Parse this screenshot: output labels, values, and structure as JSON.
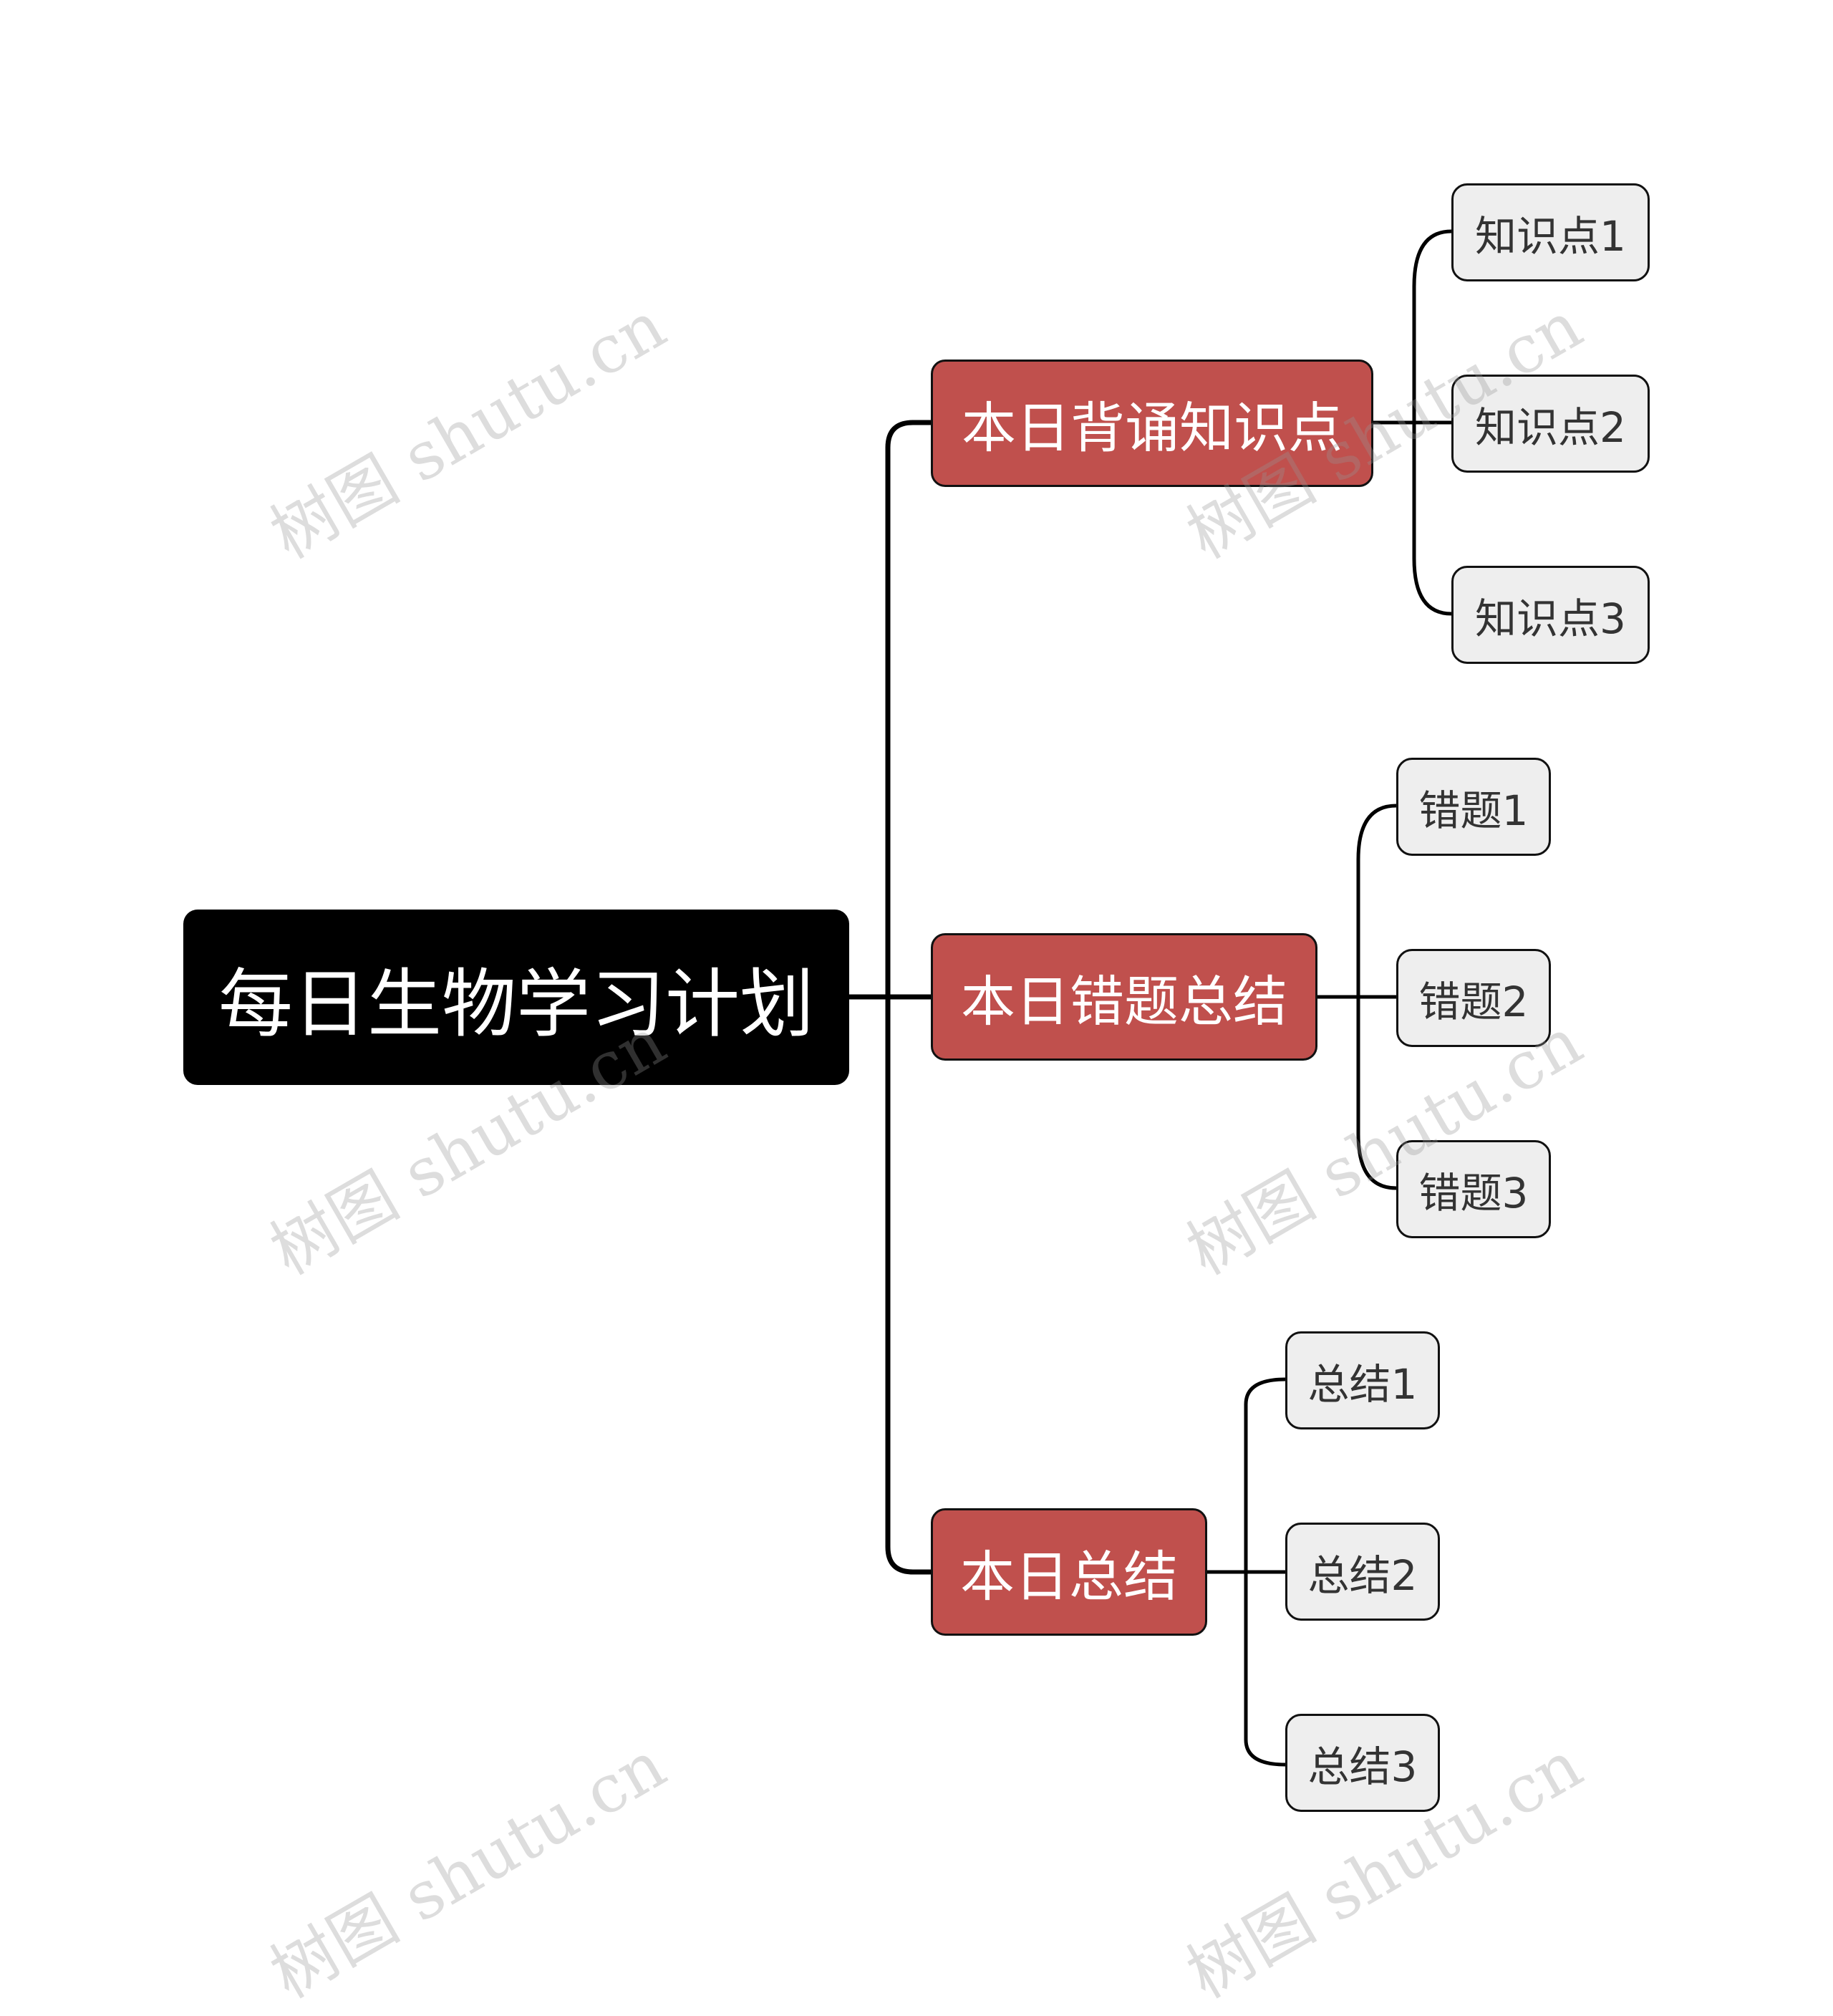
{
  "colors": {
    "root_bg": "#000000",
    "branch_bg": "#c0504d",
    "leaf_bg": "#eeeeee",
    "connector": "#000000"
  },
  "root": {
    "label": "每日生物学习计划"
  },
  "branches": [
    {
      "label": "本日背诵知识点",
      "children": [
        "知识点1",
        "知识点2",
        "知识点3"
      ]
    },
    {
      "label": "本日错题总结",
      "children": [
        "错题1",
        "错题2",
        "错题3"
      ]
    },
    {
      "label": "本日总结",
      "children": [
        "总结1",
        "总结2",
        "总结3"
      ]
    }
  ],
  "watermark": {
    "text": "树图 shutu.cn"
  }
}
